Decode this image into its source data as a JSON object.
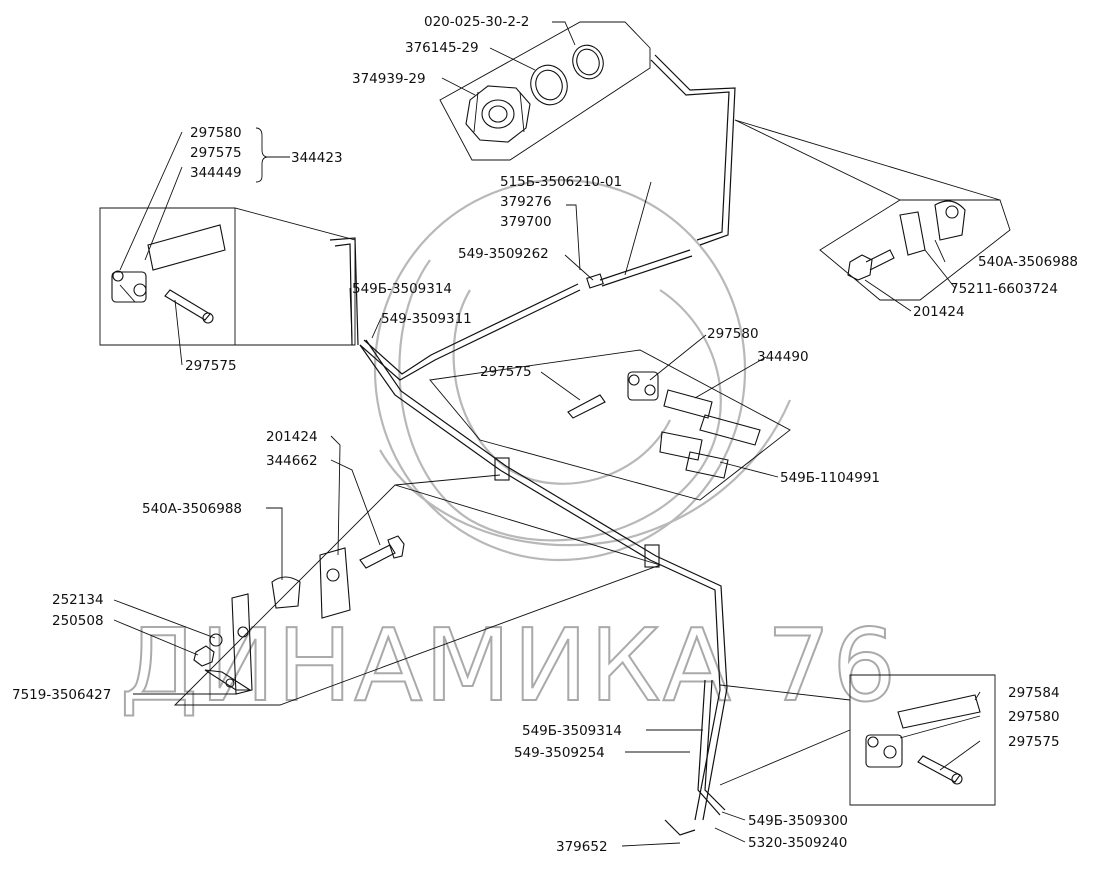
{
  "watermark": {
    "text": "ДИНАМИКА 76"
  },
  "labels": {
    "l_020_025": "020-025-30-2-2",
    "l_376145": "376145-29",
    "l_374939": "374939-29",
    "l_297580_a": "297580",
    "l_297575_a": "297575",
    "l_344423": "344423",
    "l_344449": "344449",
    "l_297575_b": "297575",
    "l_515b": "515Б-3506210-01",
    "l_379276": "379276",
    "l_379700": "379700",
    "l_549_3509262": "549-3509262",
    "l_549b_3509314_a": "549Б-3509314",
    "l_549_3509311": "549-3509311",
    "l_540a_right": "540А-3506988",
    "l_75211": "75211-6603724",
    "l_201424_right": "201424",
    "l_297580_b": "297580",
    "l_344490": "344490",
    "l_297575_c": "297575",
    "l_549b_1104991": "549Б-1104991",
    "l_201424_left": "201424",
    "l_344662": "344662",
    "l_540a_left": "540А-3506988",
    "l_252134": "252134",
    "l_250508": "250508",
    "l_7519": "7519-3506427",
    "l_297584": "297584",
    "l_297580_c": "297580",
    "l_297575_d": "297575",
    "l_549b_3509314_b": "549Б-3509314",
    "l_549_3509254": "549-3509254",
    "l_549b_3509300": "549Б-3509300",
    "l_5320": "5320-3509240",
    "l_379652": "379652"
  }
}
